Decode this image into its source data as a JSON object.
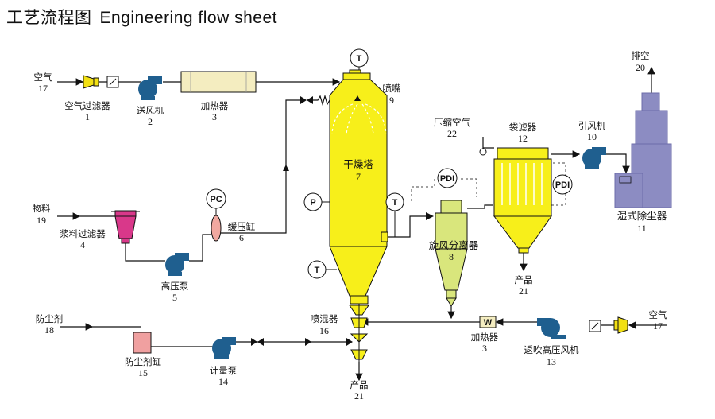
{
  "title": {
    "cn": "工艺流程图",
    "en": "Engineering flow sheet"
  },
  "colors": {
    "tower": "#f7ef1a",
    "cyclone": "#d9e67c",
    "blower": "#1f5f8f",
    "heater": "#f4edc0",
    "filter_feed": "#d9388a",
    "antidust": "#f0a0a0",
    "scrubber": "#8c8cc2",
    "air_filter": "#f2e012"
  },
  "equipment": [
    {
      "id": "air_in_top",
      "name": "空气",
      "number": "17"
    },
    {
      "id": "air_filter_top",
      "name": "空气过滤器",
      "number": "1"
    },
    {
      "id": "fan",
      "name": "送风机",
      "number": "2"
    },
    {
      "id": "heater_top",
      "name": "加热器",
      "number": "3"
    },
    {
      "id": "nozzle",
      "name": "喷嘴",
      "number": "9"
    },
    {
      "id": "dryer",
      "name": "干燥塔",
      "number": "7"
    },
    {
      "id": "material",
      "name": "物料",
      "number": "19"
    },
    {
      "id": "slurry_filter",
      "name": "浆料过滤器",
      "number": "4"
    },
    {
      "id": "hp_pump",
      "name": "高压泵",
      "number": "5"
    },
    {
      "id": "buffer_tank",
      "name": "缓压缸",
      "number": "6"
    },
    {
      "id": "compressed_air",
      "name": "压缩空气",
      "number": "22"
    },
    {
      "id": "bag_filter",
      "name": "袋滤器",
      "number": "12"
    },
    {
      "id": "induced_fan",
      "name": "引风机",
      "number": "10"
    },
    {
      "id": "exhaust",
      "name": "排空",
      "number": "20"
    },
    {
      "id": "wet_scrubber",
      "name": "湿式除尘器",
      "number": "11"
    },
    {
      "id": "cyclone",
      "name": "旋风分离器",
      "number": "8"
    },
    {
      "id": "product_bag",
      "name": "产品",
      "number": "21"
    },
    {
      "id": "product_bottom",
      "name": "产品",
      "number": "21"
    },
    {
      "id": "mixer",
      "name": "喷混器",
      "number": "16"
    },
    {
      "id": "antidust_agent",
      "name": "防尘剂",
      "number": "18"
    },
    {
      "id": "antidust_tank",
      "name": "防尘剂缸",
      "number": "15"
    },
    {
      "id": "metering_pump",
      "name": "计量泵",
      "number": "14"
    },
    {
      "id": "heater_bottom",
      "name": "加热器",
      "number": "3"
    },
    {
      "id": "blowback_fan",
      "name": "返吹高压风机",
      "number": "13"
    },
    {
      "id": "air_in_right",
      "name": "空气",
      "number": "17"
    }
  ],
  "instruments": {
    "T": "T",
    "P": "P",
    "PC": "PC",
    "PDI": "PDI",
    "W": "W"
  }
}
